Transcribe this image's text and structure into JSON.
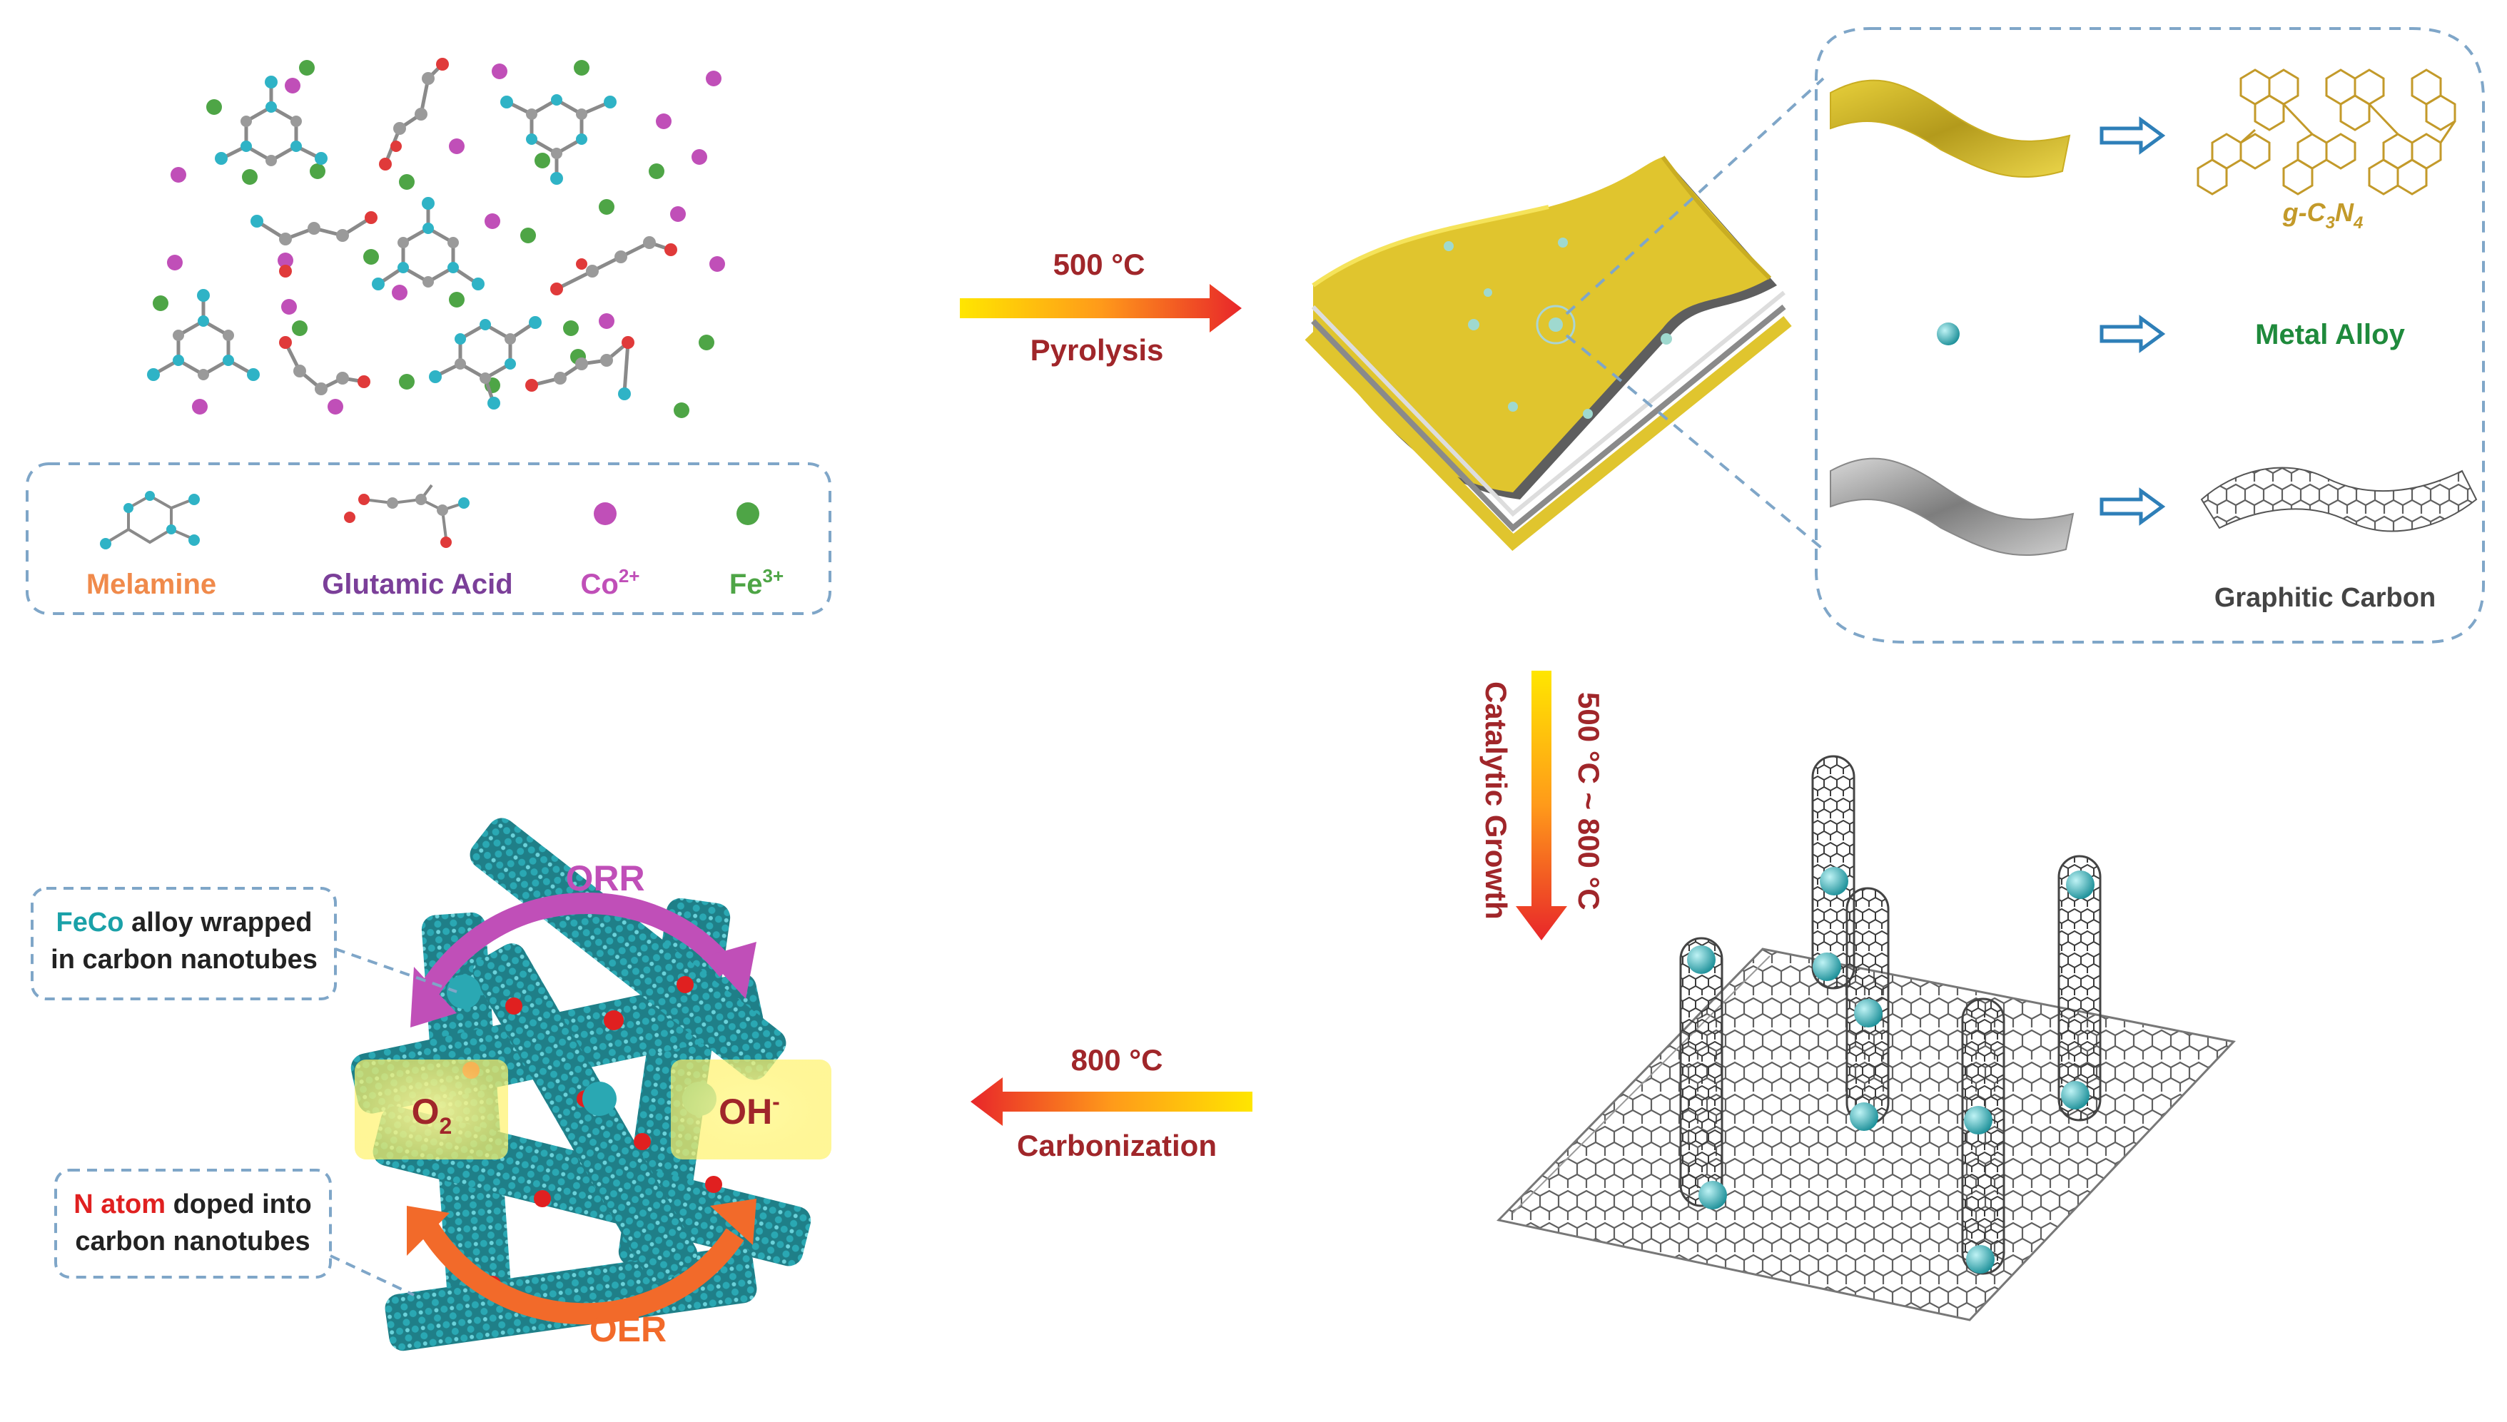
{
  "legend": {
    "melamine": "Melamine",
    "glutamic_acid": "Glutamic Acid",
    "co_base": "Co",
    "co_sup": "2+",
    "fe_base": "Fe",
    "fe_sup": "3+"
  },
  "steps": {
    "pyrolysis_temp": "500 °C",
    "pyrolysis": "Pyrolysis",
    "catalytic_temp": "500 °C ~ 800 °C",
    "catalytic_growth": "Catalytic Growth",
    "carbonization_temp": "800 °C",
    "carbonization": "Carbonization"
  },
  "components": {
    "gcn_prefix": "g-C",
    "gcn_sub1": "3",
    "gcn_mid": "N",
    "gcn_sub2": "4",
    "metal_alloy": "Metal Alloy",
    "graphitic_carbon": "Graphitic Carbon"
  },
  "product": {
    "orr": "ORR",
    "oer": "OER",
    "o2_base": "O",
    "o2_sub": "2",
    "oh_base": "OH",
    "oh_sup": "-",
    "callout1_hl": "FeCo",
    "callout1_rest": " alloy wrapped",
    "callout1_line2": "in carbon nanotubes",
    "callout2_hl": "N atom",
    "callout2_rest": " doped into",
    "callout2_line2": "carbon nanotubes"
  },
  "colors": {
    "melamine": "#f08a4b",
    "glutamic_acid": "#7b3f99",
    "cobalt": "#c04fb8",
    "iron": "#4ea546",
    "metal_alloy": "#1f8a3c",
    "gcn": "#c39a2a",
    "accent_red": "#a0262a",
    "orr": "#c04fb8",
    "oer": "#f26a2a",
    "feco": "#1aa1a8",
    "n_atom": "#e02020",
    "dash": "#7fa6c8"
  }
}
